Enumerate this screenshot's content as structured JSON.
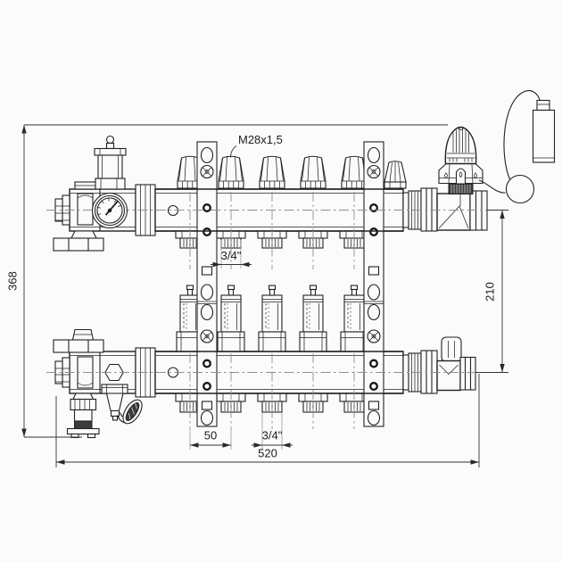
{
  "page": {
    "background_color": "#fbfbfb",
    "line_color": "#222222",
    "centerline_color": "#8f8f8f"
  },
  "drawing": {
    "outlet_count": 5,
    "labels": {
      "valve_thread": "M28x1,5",
      "top_outlet_size": "3/4\"",
      "bottom_outlet_size": "3/4\""
    },
    "dimensions": {
      "overall_height_mm": "368",
      "overall_length_mm": "520",
      "axis_spacing_mm": "210",
      "outlet_pitch_mm": "50"
    }
  }
}
